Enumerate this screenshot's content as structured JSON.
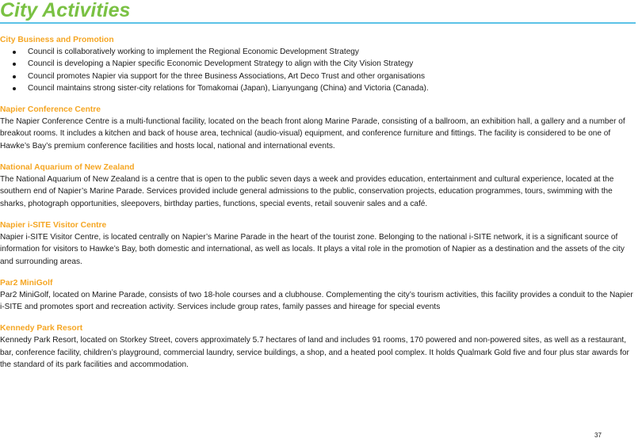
{
  "page": {
    "title": "City Activities",
    "page_number": "37",
    "colors": {
      "title": "#7ac143",
      "rule": "#5bc2e7",
      "heading": "#f5a623"
    }
  },
  "sections": {
    "business": {
      "heading": "City Business and Promotion",
      "bullets": [
        "Council is collaboratively working to implement the Regional Economic Development Strategy",
        "Council is developing a Napier specific Economic Development Strategy to align with the City Vision Strategy",
        "Council promotes Napier via support for the three Business Associations, Art Deco Trust and other organisations",
        "Council maintains strong sister-city relations for Tomakomai (Japan), Lianyungang (China) and Victoria (Canada)."
      ]
    },
    "conference": {
      "heading": "Napier Conference Centre",
      "body": "The Napier Conference Centre is a multi-functional facility, located on the beach front along Marine Parade, consisting of a ballroom, an exhibition hall, a gallery and a number of breakout rooms. It includes a kitchen and back of house area, technical (audio-visual) equipment, and conference furniture and fittings. The facility is considered to be one of Hawke’s Bay’s premium conference facilities and hosts local, national and international events."
    },
    "aquarium": {
      "heading": "National Aquarium of New Zealand",
      "body": "The National Aquarium of New Zealand is a centre that is open to the public seven days a week and provides education, entertainment and cultural experience, located at the southern end of Napier’s Marine Parade. Services provided include general admissions to the public, conservation projects, education programmes, tours, swimming with the sharks, photograph opportunities, sleepovers, birthday parties, functions, special events, retail souvenir sales and a café."
    },
    "isite": {
      "heading": "Napier i-SITE Visitor Centre",
      "body": "Napier i-SITE Visitor Centre, is located centrally on Napier’s Marine Parade in the heart of the tourist zone. Belonging to the national i-SITE network, it is a significant source of information for visitors to Hawke’s Bay, both domestic and international, as well as locals. It plays a vital role in the promotion of Napier as a destination and the assets of the city and surrounding areas."
    },
    "minigolf": {
      "heading": "Par2 MiniGolf",
      "body": "Par2 MiniGolf, located on Marine Parade, consists of two 18-hole courses and a clubhouse. Complementing the city’s tourism activities, this facility provides a conduit to the Napier i-SITE and promotes sport and recreation activity. Services include group rates, family passes and hireage for special events"
    },
    "kennedy": {
      "heading": "Kennedy Park Resort",
      "body": "Kennedy Park Resort, located on Storkey Street, covers approximately 5.7 hectares of land and includes 91 rooms, 170 powered and non-powered sites, as well as a restaurant, bar, conference facility, children’s playground, commercial laundry, service buildings, a shop, and a heated pool complex. It holds Qualmark Gold five and four plus star awards for the standard of its park facilities and accommodation."
    }
  }
}
